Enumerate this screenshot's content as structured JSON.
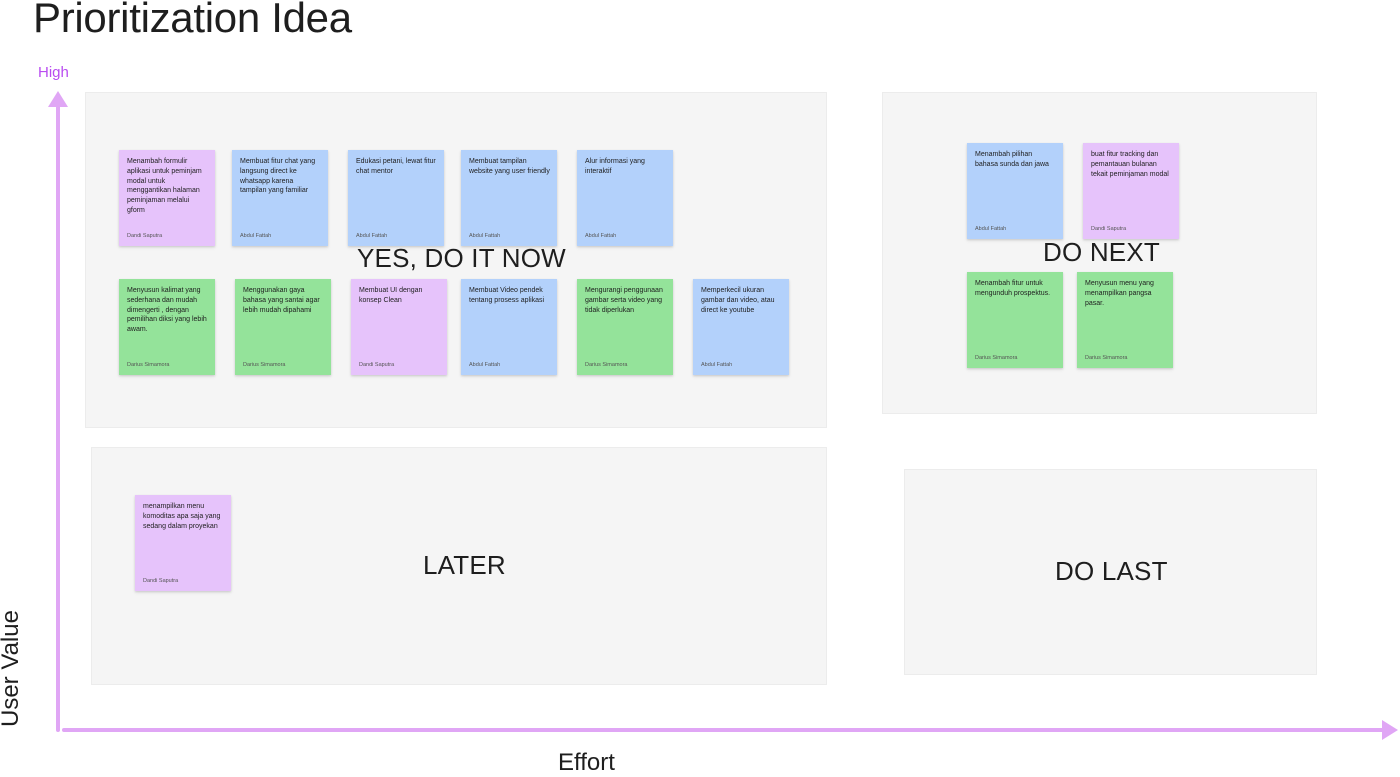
{
  "title": "Prioritization Idea",
  "axes": {
    "y_high": "High",
    "y_label": "User Value",
    "x_label": "Effort",
    "color": "#e0a6f5"
  },
  "colors": {
    "violet": "#e6c3fb",
    "blue": "#b3d1fb",
    "green": "#94e39a",
    "section": "#f5f5f5"
  },
  "sections": {
    "do_now": {
      "label": "YES, DO IT NOW",
      "notes": [
        {
          "color": "violet",
          "text": "Menambah formulir aplikasi untuk peminjam modal untuk menggantikan halaman peminjaman melalui gform",
          "author": "Dandi Saputra"
        },
        {
          "color": "blue",
          "text": "Membuat fitur chat yang langsung direct ke whatsapp karena tampilan yang familiar",
          "author": "Abdul Fattah"
        },
        {
          "color": "blue",
          "text": "Edukasi petani, lewat fitur chat mentor",
          "author": "Abdul Fattah"
        },
        {
          "color": "blue",
          "text": "Membuat tampilan website yang user friendly",
          "author": "Abdul Fattah"
        },
        {
          "color": "blue",
          "text": "Alur informasi yang interaktif",
          "author": "Abdul Fattah"
        },
        {
          "color": "green",
          "text": "Menyusun kalimat yang sederhana dan mudah dimengerti , dengan pemilihan diksi yang lebih awam.",
          "author": "Darius Simamora"
        },
        {
          "color": "green",
          "text": "Menggunakan gaya bahasa yang santai agar lebih mudah dipahami",
          "author": "Darius Simamora"
        },
        {
          "color": "violet",
          "text": "Membuat UI dengan konsep Clean",
          "author": "Dandi Saputra"
        },
        {
          "color": "blue",
          "text": "Membuat Video pendek tentang prosess aplikasi",
          "author": "Abdul Fattah"
        },
        {
          "color": "green",
          "text": "Mengurangi penggunaan gambar serta video yang tidak diperlukan",
          "author": "Darius Simamora"
        },
        {
          "color": "blue",
          "text": "Memperkecil ukuran gambar dan video, atau direct ke youtube",
          "author": "Abdul Fattah"
        }
      ]
    },
    "do_next": {
      "label": "DO NEXT",
      "notes": [
        {
          "color": "blue",
          "text": "Menambah pilihan bahasa sunda dan jawa",
          "author": "Abdul Fattah"
        },
        {
          "color": "violet",
          "text": "buat fitur tracking dan pemantauan bulanan tekait peminjaman modal",
          "author": "Dandi Saputra"
        },
        {
          "color": "green",
          "text": "Menambah fitur untuk mengunduh prospektus.",
          "author": "Darius Simamora"
        },
        {
          "color": "green",
          "text": "Menyusun menu yang menampilkan pangsa pasar.",
          "author": "Darius Simamora"
        }
      ]
    },
    "later": {
      "label": "LATER",
      "notes": [
        {
          "color": "violet",
          "text": "menampilkan menu komoditas apa saja yang sedang dalam proyekan",
          "author": "Dandi Saputra"
        }
      ]
    },
    "do_last": {
      "label": "DO LAST",
      "notes": []
    }
  }
}
